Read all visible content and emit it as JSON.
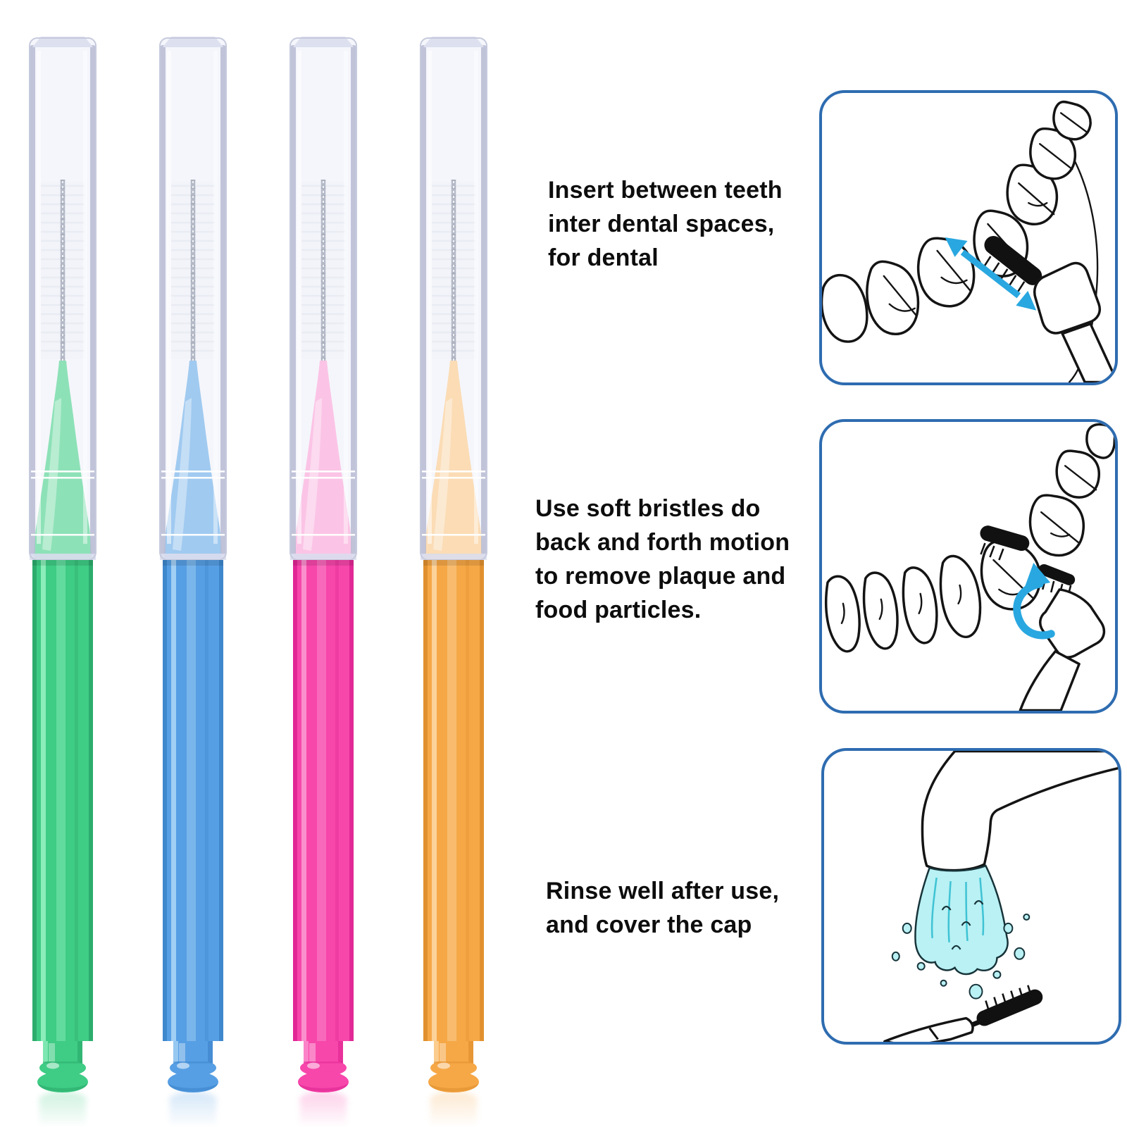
{
  "product": {
    "type": "interdental brushes with clear caps",
    "brush_count": 4,
    "brushes": [
      {
        "color_name": "green",
        "colors": {
          "cone": "#5cd598",
          "shaft": "#3fcc85",
          "light": "#8feebc",
          "dark": "#2aa668"
        }
      },
      {
        "color_name": "blue",
        "colors": {
          "cone": "#78b3ea",
          "shaft": "#579fe4",
          "light": "#a6d2f4",
          "dark": "#3b82c9"
        }
      },
      {
        "color_name": "pink",
        "colors": {
          "cone": "#f9abdc",
          "shaft": "#f747ab",
          "light": "#fb93cf",
          "dark": "#dd2390"
        }
      },
      {
        "color_name": "orange",
        "colors": {
          "cone": "#f9cd96",
          "shaft": "#f6a847",
          "light": "#fcd49f",
          "dark": "#dd8c2b"
        }
      }
    ]
  },
  "instructions": [
    {
      "step": 1,
      "lines": [
        "Insert between teeth",
        "inter dental spaces,",
        "for dental"
      ]
    },
    {
      "step": 2,
      "lines": [
        "Use soft bristles do",
        "back and forth motion",
        "to remove plaque and",
        "food particles."
      ]
    },
    {
      "step": 3,
      "lines": [
        "Rinse well after use,",
        "and cover the cap"
      ]
    }
  ],
  "theme": {
    "panel-border": "#2e6cb0",
    "arrow": "#29a7e0",
    "water-fill": "#b9f1f4",
    "water-stroke": "#3fc3d4",
    "line": "#141414",
    "text": "#0d0d0d"
  }
}
